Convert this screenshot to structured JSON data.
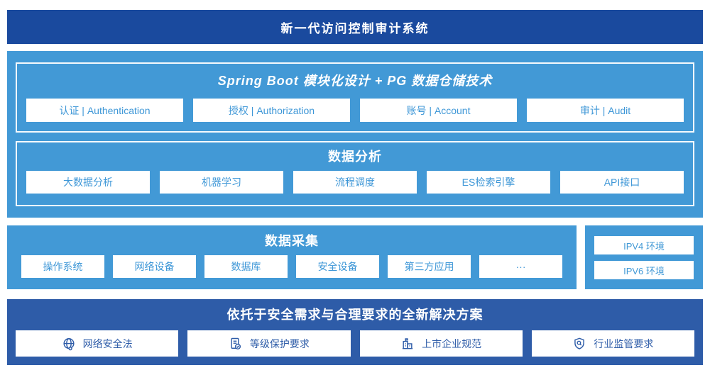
{
  "colors": {
    "dark_blue": "#1a4a9e",
    "royal_blue": "#2e5ca8",
    "light_blue": "#4299d6",
    "box_text_blue": "#3e97d7",
    "white": "#ffffff"
  },
  "header": {
    "title": "新一代访问控制审计系统"
  },
  "architecture": {
    "spring": {
      "title": "Spring Boot 模块化设计 + PG 数据仓储技术",
      "modules": [
        "认证 | Authentication",
        "授权 | Authorization",
        "账号 | Account",
        "审计 | Audit"
      ]
    },
    "analysis": {
      "title": "数据分析",
      "modules": [
        "大数据分析",
        "机器学习",
        "流程调度",
        "ES检索引擎",
        "API接口"
      ]
    }
  },
  "collection": {
    "title": "数据采集",
    "modules": [
      "操作系统",
      "网络设备",
      "数据库",
      "安全设备",
      "第三方应用",
      "···"
    ]
  },
  "environments": {
    "items": [
      "IPV4 环境",
      "IPV6 环境"
    ]
  },
  "solution": {
    "title": "依托于安全需求与合理要求的全新解决方案",
    "items": [
      {
        "icon": "globe-icon",
        "label": "网络安全法"
      },
      {
        "icon": "document-check-icon",
        "label": "等级保护要求"
      },
      {
        "icon": "building-icon",
        "label": "上市企业规范"
      },
      {
        "icon": "shield-search-icon",
        "label": "行业监管要求"
      }
    ]
  }
}
